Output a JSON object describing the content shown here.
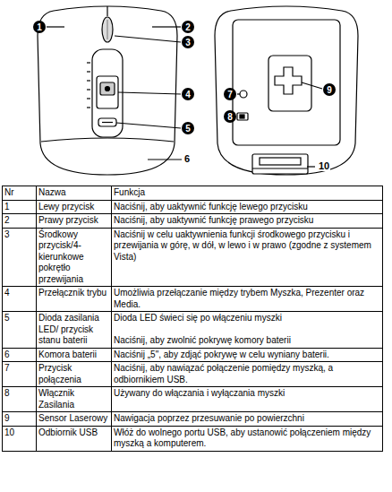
{
  "diagram": {
    "nodes": [
      {
        "text": [
          "1"
        ]
      },
      {
        "text": [
          "2"
        ]
      },
      {
        "text": [
          "3"
        ]
      },
      {
        "text": [
          "4"
        ]
      },
      {
        "text": [
          "5"
        ]
      },
      {
        "text": [
          "7"
        ]
      },
      {
        "text": [
          "8"
        ]
      },
      {
        "text": [
          "9"
        ]
      }
    ],
    "labels": [
      "6",
      "10",
      "Nr",
      "Nazwa",
      "Funkcja",
      "1",
      "Lewy przycisk",
      "Naciśnij, aby uaktywnić funkcję lewego przycisku",
      "2",
      "Prawy przycisk",
      "Naciśnij, aby uaktywnić funkcję prawego przycisku",
      "3",
      "Środkowy przycisk/4-kierunkowe pokrętło przewijania",
      "Naciśnij w celu uaktywnienia funkcji środkowego przycisku i przewijania w górę, w dół, w lewo i w prawo (zgodne z systemem Vista)",
      "4",
      "Przełącznik trybu",
      "Umożliwia przełączanie między trybem Myszka, Prezenter oraz Media.",
      "5",
      "Dioda zasilania LED/ przycisk stanu baterii",
      "Dioda LED świeci się po włączeniu myszki",
      "Naciśnij, aby zwolnić pokrywę komory baterii",
      "6",
      "Komora baterii",
      "Naciśnij „5\", aby zdjąć pokrywę w celu wyniany baterii.",
      "7",
      "Przycisk połączenia",
      "Naciśnij, aby nawiązać połączenie pomiędzy myszką, a odbiornikiem USB.",
      "8",
      "Włącznik Zasilania",
      "Używany do włączania i wyłączania myszki",
      "9",
      "Sensor Laserowy",
      "Nawigacja poprzez przesuwanie po powierzchni",
      "10",
      "Odbiornik USB",
      "Włóż do wolnego portu USB, aby ustanowić połączeniem między myszką a komputerem."
    ]
  }
}
